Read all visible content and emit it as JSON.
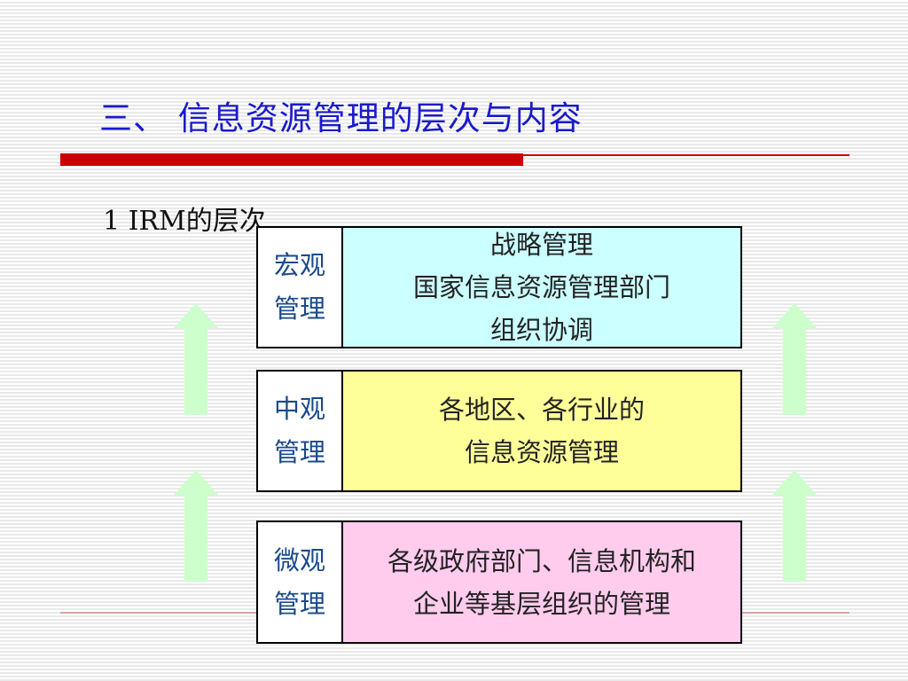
{
  "slide": {
    "title": "三、 信息资源管理的层次与内容",
    "section_label": "1 IRM的层次"
  },
  "levels": [
    {
      "name": "宏观\n管理",
      "description": "战略管理\n国家信息资源管理部门\n组织协调",
      "fill_color": "#ccffff"
    },
    {
      "name": "中观\n管理",
      "description": "各地区、各行业的\n信息资源管理",
      "fill_color": "#ffff99"
    },
    {
      "name": "微观\n管理",
      "description": "各级政府部门、信息机构和\n企业等基层组织的管理",
      "fill_color": "#ffccee"
    }
  ],
  "colors": {
    "title": "#1a1acc",
    "accent_bar": "#cc0000",
    "level_name_text": "#1a4a8c",
    "arrow_fill": "#ccffcc"
  },
  "icons": {
    "arrow": "arrow-up-icon"
  }
}
